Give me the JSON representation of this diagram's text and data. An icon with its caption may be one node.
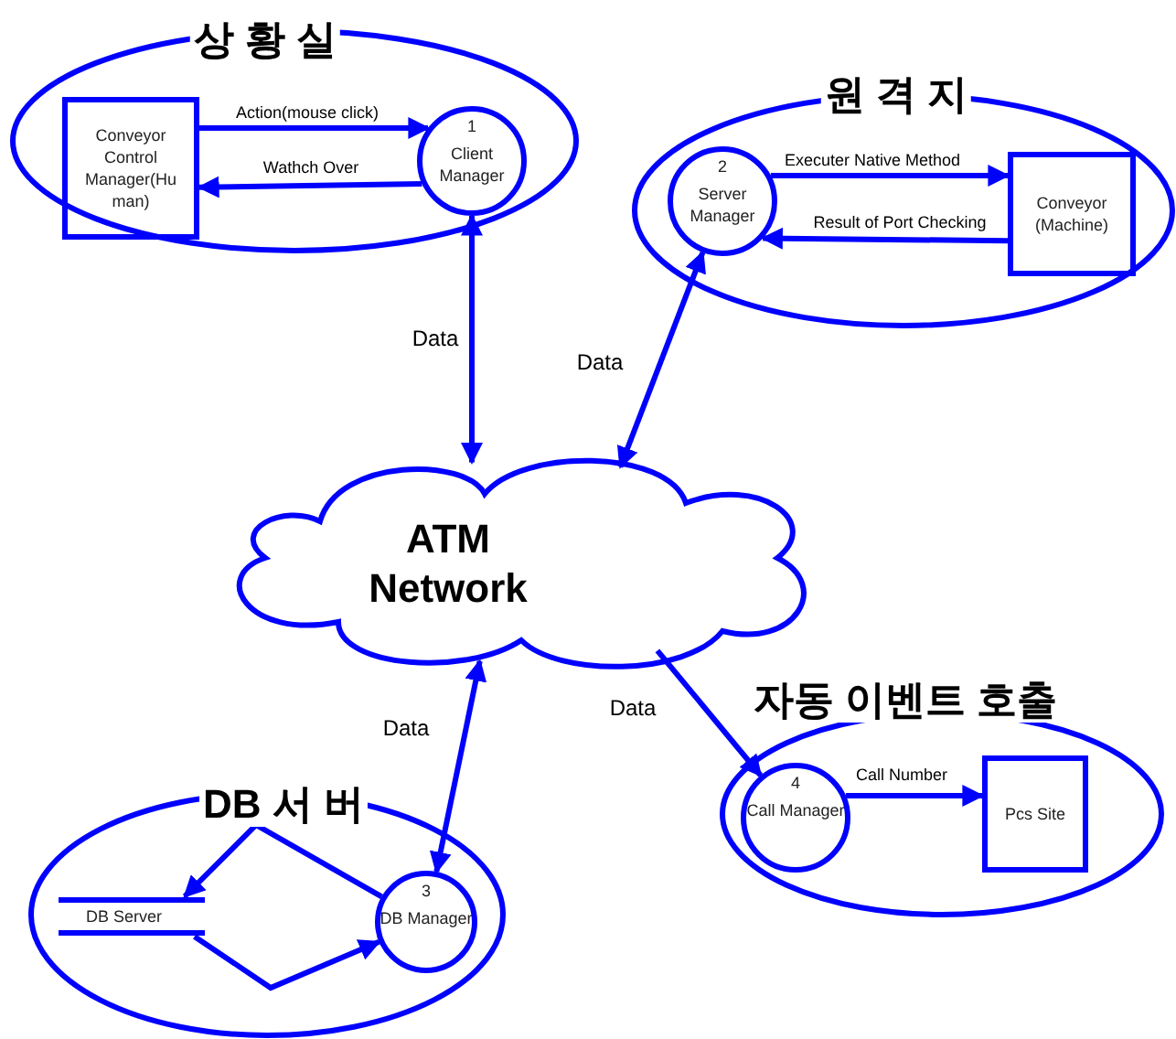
{
  "diagram": {
    "nodes": [
      {
        "text": [
          "상 황 실"
        ]
      },
      {
        "text": [
          "Conveyor Control Manager(Hu man)"
        ],
        "in": 0
      },
      {
        "text": [
          "1",
          "Client Manager"
        ],
        "in": 0
      },
      {
        "text": [
          "원 격 지"
        ]
      },
      {
        "text": [
          "2",
          "Server Manager"
        ],
        "in": 3
      },
      {
        "text": [
          "Conveyor (Machine)"
        ],
        "in": 3
      },
      {
        "text": [
          "ATM Network"
        ]
      },
      {
        "text": [
          "DB 서 버"
        ]
      },
      {
        "text": [
          "DB Server"
        ],
        "in": 7
      },
      {
        "text": [
          "3",
          "DB Manager"
        ],
        "in": 7
      },
      {
        "text": [
          "자동 이벤트 호출"
        ]
      },
      {
        "text": [
          "4",
          "Call Manager"
        ],
        "in": 10
      },
      {
        "text": [
          "Pcs Site"
        ],
        "in": 10
      }
    ],
    "edges": [
      {
        "from": 1,
        "to": 2,
        "arrow": "to",
        "label": "Action(mouse click)"
      },
      {
        "from": 2,
        "to": 1,
        "arrow": "to",
        "label": "Wathch Over"
      },
      {
        "from": 2,
        "to": 6,
        "arrow": "both",
        "label": "Data"
      },
      {
        "from": 4,
        "to": 6,
        "arrow": "both",
        "label": "Data"
      },
      {
        "from": 4,
        "to": 5,
        "arrow": "to",
        "label": "Executer Native Method"
      },
      {
        "from": 5,
        "to": 4,
        "arrow": "to",
        "label": "Result of Port Checking"
      },
      {
        "from": 6,
        "to": 9,
        "arrow": "both",
        "label": "Data"
      },
      {
        "from": 6,
        "to": 11,
        "arrow": "to",
        "label": "Data"
      },
      {
        "from": 11,
        "to": 12,
        "arrow": "to",
        "label": "Call Number"
      },
      {
        "from": 9,
        "to": 8,
        "arrow": "to"
      },
      {
        "from": 8,
        "to": 9,
        "arrow": "to"
      }
    ]
  }
}
